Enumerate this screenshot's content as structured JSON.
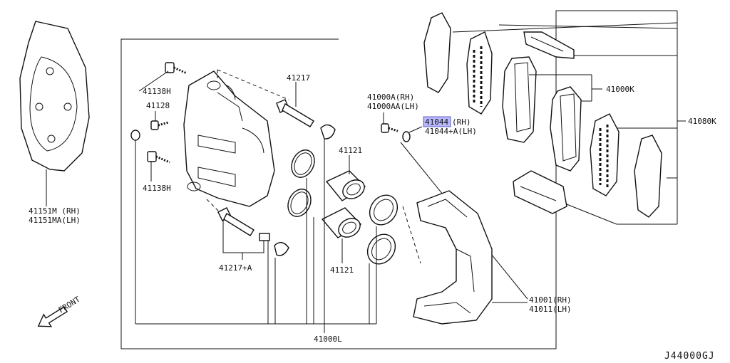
{
  "diagram": {
    "code": "J44000GJ",
    "direction_label": "FRONT",
    "highlight_color": "#b8b8ff",
    "labels": {
      "p41151m": "41151M  (RH)",
      "p41151ma": "41151MA(LH)",
      "p41138h_top": "41138H",
      "p41128": "41128",
      "p41138h_bottom": "41138H",
      "p41217": "41217",
      "p41217a": "41217+A",
      "p41121_top": "41121",
      "p41121_bottom": "41121",
      "p41000a": "41000A(RH)",
      "p41000aa": "41000AA(LH)",
      "p41044_code": "41044",
      "p41044_rh": "(RH)",
      "p41044a": "41044+A(LH)",
      "p41000k": "41000K",
      "p41080k": "41080K",
      "p41001": "41001(RH)",
      "p41011": "41011(LH)",
      "p41000l": "41000L"
    }
  }
}
